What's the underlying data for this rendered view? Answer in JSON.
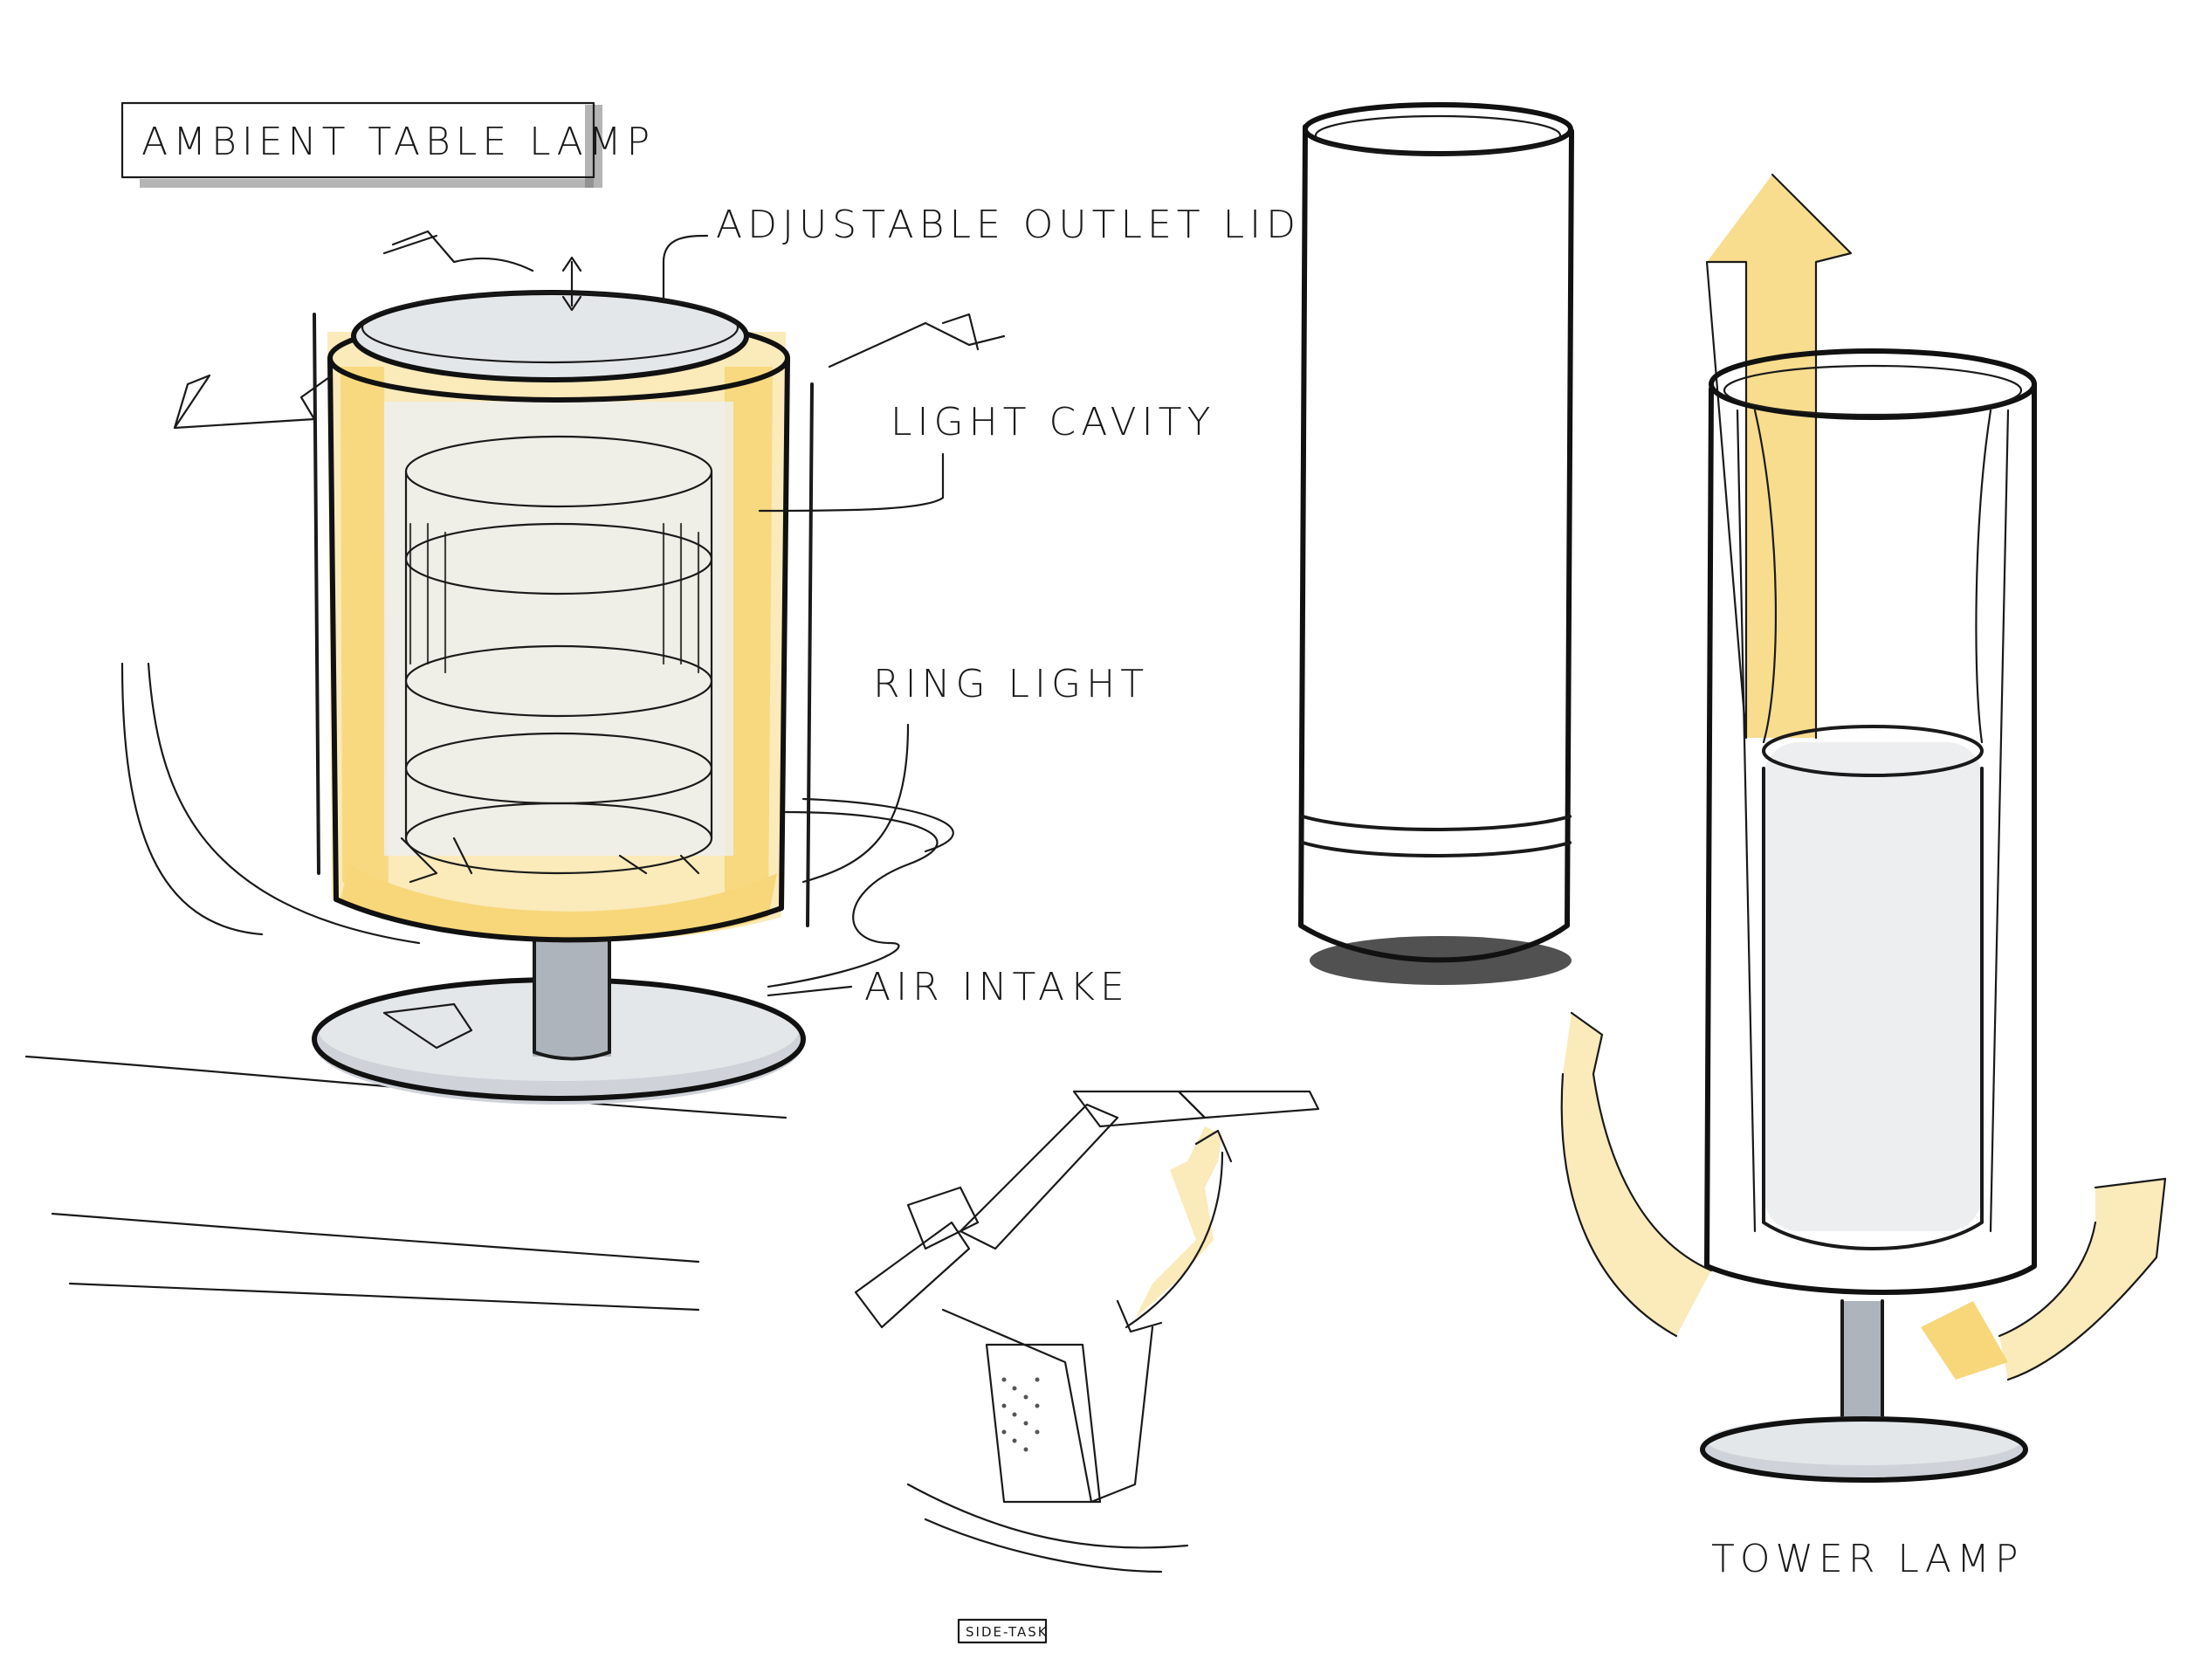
{
  "sheet": {
    "title_label": "AMBIENT TABLE LAMP",
    "colors": {
      "paper": "#ffffff",
      "ink": "#1a1a1a",
      "marker_yellow": "#f7d77a",
      "marker_yellow_light": "#fbeaba",
      "marker_grey": "#cfd3d9",
      "marker_grey_dark": "#aeb4bc"
    }
  },
  "annotations": {
    "adjustable_outlet_lid": "ADJUSTABLE OUTLET LID",
    "light_cavity": "LIGHT CAVITY",
    "ring_light": "RING LIGHT",
    "air_intake": "AIR INTAKE",
    "tower_lamp": "TOWER LAMP",
    "side_task": "SIDE-TASK"
  },
  "sketches": [
    {
      "id": "ambient-table-lamp",
      "icon": "cylindrical-lamp-sketch"
    },
    {
      "id": "closed-cylinder",
      "icon": "tall-cylinder-sketch"
    },
    {
      "id": "task-lamp",
      "icon": "folding-desk-lamp-sketch"
    },
    {
      "id": "tower-lamp",
      "icon": "tower-lamp-sketch"
    }
  ]
}
